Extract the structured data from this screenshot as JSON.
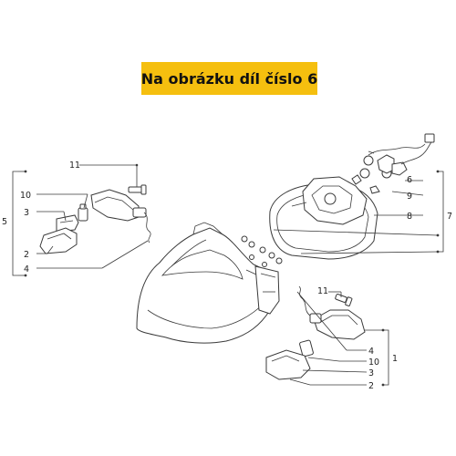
{
  "banner": {
    "text": "Na obrázku díl číslo 6"
  },
  "callouts": {
    "c11_left": "11",
    "c10_left": "10",
    "c3_left": "3",
    "c2_left": "2",
    "c4_left": "4",
    "c5_left": "5",
    "c6": "6",
    "c9": "9",
    "c8": "8",
    "c7": "7",
    "c11_right": "11",
    "c4_right": "4",
    "c10_right": "10",
    "c3_right": "3",
    "c2_right": "2",
    "c1": "1"
  },
  "colors": {
    "banner_bg": "#f5bf0f",
    "line": "#3a3a3a"
  }
}
